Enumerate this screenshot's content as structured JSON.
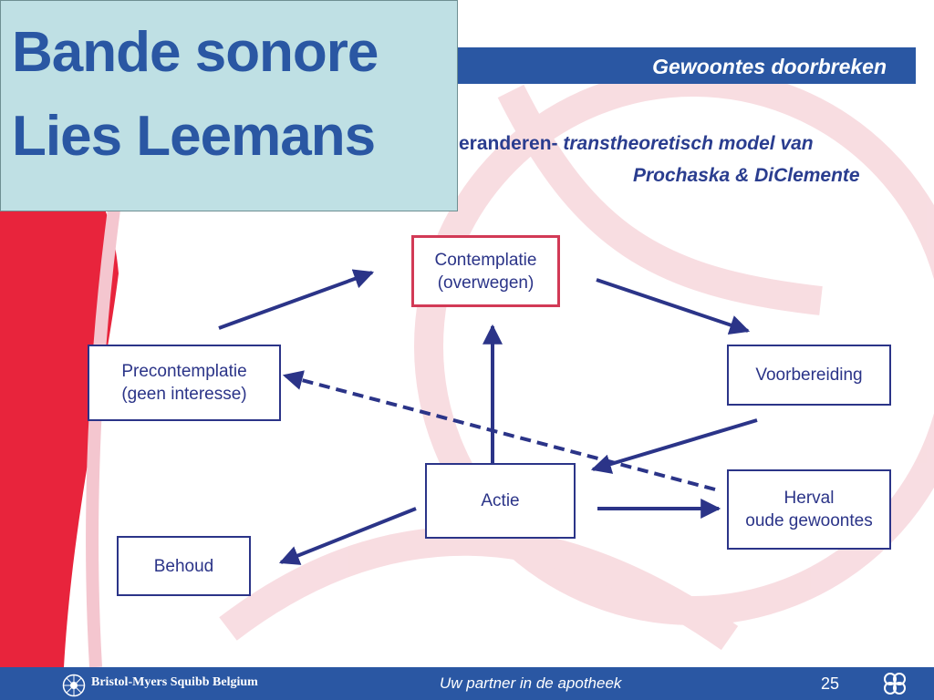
{
  "header": {
    "title": "Gewoontes doorbreken"
  },
  "overlay": {
    "line1": "Bande sonore",
    "line2": "Lies Leemans"
  },
  "subtitle": {
    "part1": "eranderen-",
    "part2": "transtheoretisch model  van",
    "part3": "Prochaska & DiClemente"
  },
  "diagram": {
    "nodes": {
      "contemplatie": {
        "line1": "Contemplatie",
        "line2": "(overwegen)"
      },
      "precontemplatie": {
        "line1": "Precontemplatie",
        "line2": "(geen interesse)"
      },
      "voorbereiding": {
        "line1": "Voorbereiding"
      },
      "actie": {
        "line1": "Actie"
      },
      "herval": {
        "line1": "Herval",
        "line2": "oude gewoontes"
      },
      "behoud": {
        "line1": "Behoud"
      }
    },
    "colors": {
      "node_border": "#2b3488",
      "highlight_border": "#d23a56",
      "arrow": "#2b3488"
    }
  },
  "footer": {
    "company": "Bristol-Myers Squibb Belgium",
    "tagline": "Uw partner in de apotheek",
    "page_number": "25"
  },
  "icons": [
    "bms-logo-icon",
    "clover-icon"
  ],
  "colors": {
    "brand_blue": "#2a57a3",
    "overlay_bg": "#bfe0e4",
    "accent_red": "#e8243c"
  }
}
